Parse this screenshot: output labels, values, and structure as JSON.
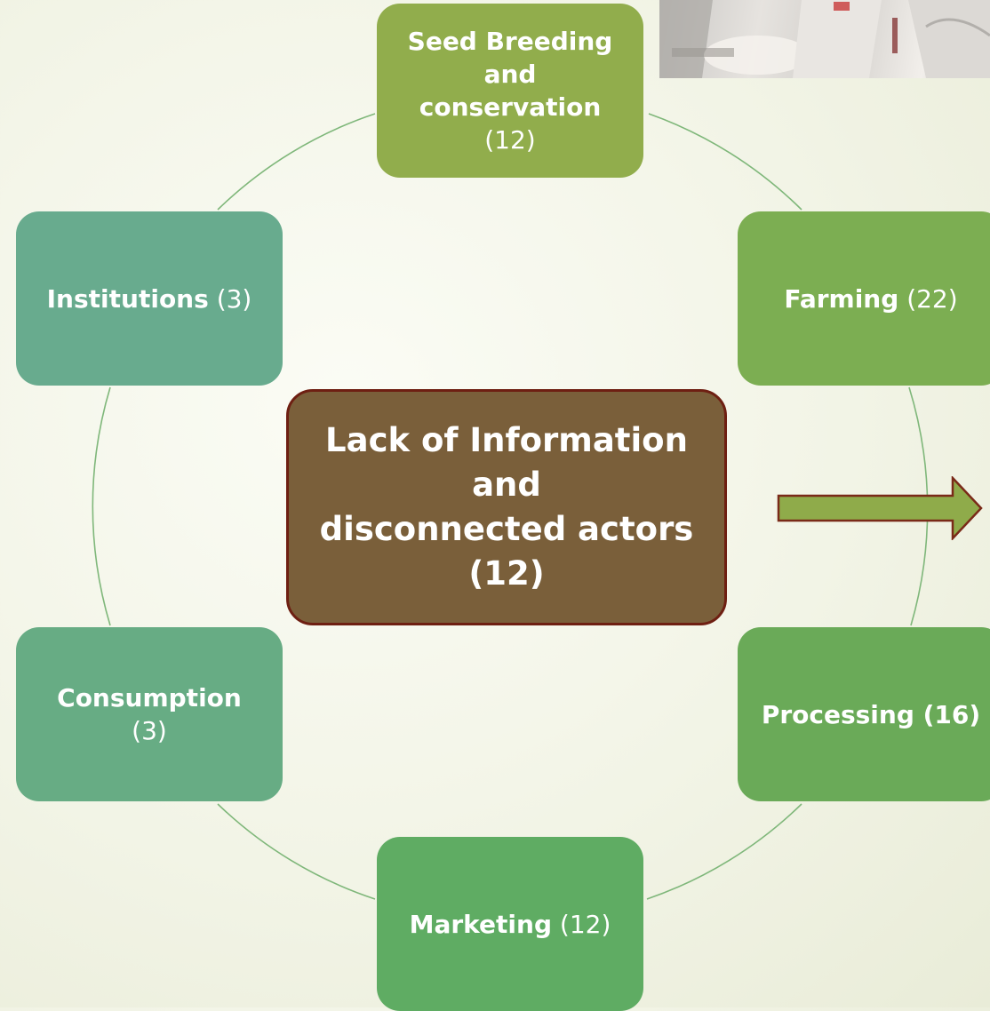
{
  "center": {
    "line1": "Lack of Information",
    "line2": "and",
    "line3": "disconnected actors",
    "line4": "(12)"
  },
  "nodes": {
    "seed": {
      "l1": "Seed Breeding",
      "l2": "and",
      "l3": "conservation",
      "count": "(12)"
    },
    "farming": {
      "label": "Farming",
      "count": "(22)"
    },
    "processing": {
      "label": "Processing (16)"
    },
    "marketing": {
      "label": "Marketing",
      "count": "(12)"
    },
    "consumption": {
      "label": "Consumption",
      "count": "(3)"
    },
    "institutions": {
      "label": "Institutions",
      "count": "(3)"
    }
  },
  "colors": {
    "seed": "#91ad4c",
    "farming": "#7cae52",
    "processing": "#6aaa58",
    "marketing": "#5fac63",
    "consumption": "#67ac84",
    "institutions": "#68ab8e",
    "center_fill": "#7a5f3a",
    "center_border": "#6e1f12",
    "connector": "#7fb77a",
    "arrow_fill": "#8fab4a",
    "arrow_border": "#7a2a18"
  },
  "icons": {
    "photo": "laboratory-photo",
    "arrow": "right-arrow"
  }
}
